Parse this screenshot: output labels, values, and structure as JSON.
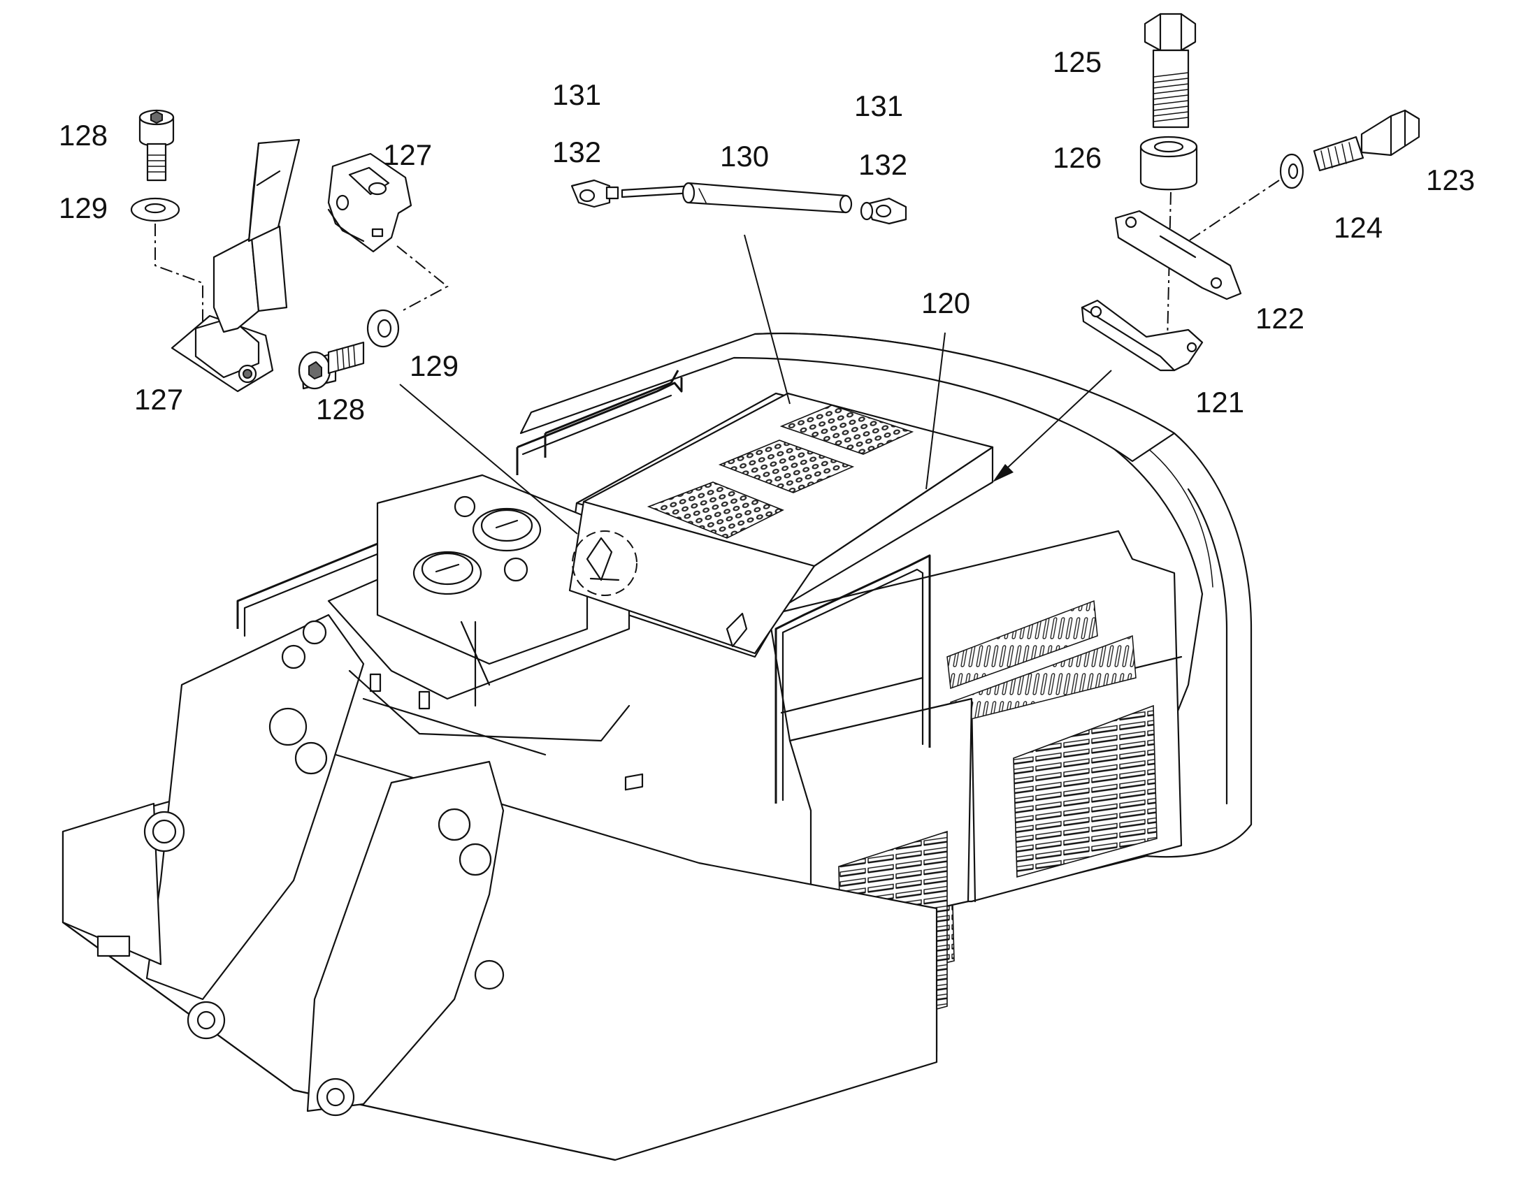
{
  "diagram": {
    "callouts": [
      {
        "id": "c120",
        "text": "120"
      },
      {
        "id": "c121",
        "text": "121"
      },
      {
        "id": "c122",
        "text": "122"
      },
      {
        "id": "c123",
        "text": "123"
      },
      {
        "id": "c124",
        "text": "124"
      },
      {
        "id": "c125",
        "text": "125"
      },
      {
        "id": "c126",
        "text": "126"
      },
      {
        "id": "c127a",
        "text": "127"
      },
      {
        "id": "c127b",
        "text": "127"
      },
      {
        "id": "c128a",
        "text": "128"
      },
      {
        "id": "c128b",
        "text": "128"
      },
      {
        "id": "c129a",
        "text": "129"
      },
      {
        "id": "c129b",
        "text": "129"
      },
      {
        "id": "c130",
        "text": "130"
      },
      {
        "id": "c131a",
        "text": "131"
      },
      {
        "id": "c131b",
        "text": "131"
      },
      {
        "id": "c132a",
        "text": "132"
      },
      {
        "id": "c132b",
        "text": "132"
      }
    ]
  }
}
